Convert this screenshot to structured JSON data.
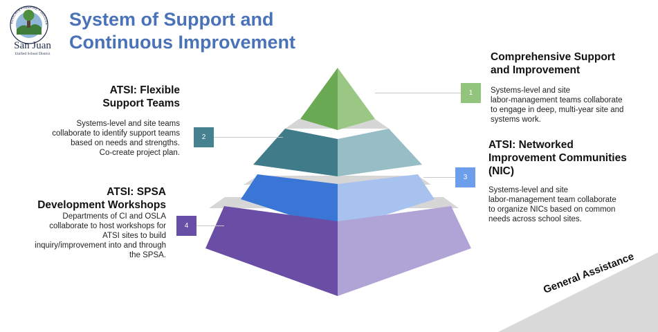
{
  "logo": {
    "ring_text": "EDUCATE • INSPIRE • SUCCEED • CONTRIBUTE",
    "name": "San Juan",
    "subtitle": "Unified School District"
  },
  "title": {
    "line1": "System of Support and",
    "line2": "Continuous Improvement"
  },
  "tiers": [
    {
      "number": "1",
      "heading_line1": "Comprehensive Support",
      "heading_line2": "and Improvement",
      "desc_lines": [
        "Systems-level and site",
        "labor-management teams collaborate",
        "to engage in deep, multi-year site and",
        "systems work."
      ],
      "color_left": "#6aaa55",
      "color_right": "#9ac784",
      "badge_color": "#93c47d"
    },
    {
      "number": "2",
      "heading_line1": "ATSI: Flexible",
      "heading_line2": "Support Teams",
      "desc_lines": [
        "Systems-level and site teams",
        "collaborate to identify support teams",
        "based on needs and strengths.",
        "Co-create project plan."
      ],
      "color_left": "#3f7b88",
      "color_right": "#97bec5",
      "badge_color": "#45818e"
    },
    {
      "number": "3",
      "heading_line1": "ATSI: Networked",
      "heading_line2": "Improvement Communities",
      "heading_line3": "(NIC)",
      "desc_lines": [
        "Systems-level and site",
        "labor-management team collaborate",
        "to organize NICs based on common",
        "needs across school sites."
      ],
      "color_left": "#3a76d6",
      "color_right": "#a8c2f0",
      "badge_color": "#6d9eeb"
    },
    {
      "number": "4",
      "heading_line1": "ATSI: SPSA",
      "heading_line2": "Development Workshops",
      "desc_lines": [
        "Departments of CI and OSLA",
        "collaborate to host workshops for",
        "ATSI sites to build",
        "inquiry/improvement into and through",
        "the SPSA."
      ],
      "color_left": "#6a4ea6",
      "color_right": "#b0a4d6",
      "badge_color": "#674ea7"
    }
  ],
  "banner": {
    "text": "General Assistance",
    "color": "#d9d9d9"
  },
  "divider_color": "#d6d6d6"
}
